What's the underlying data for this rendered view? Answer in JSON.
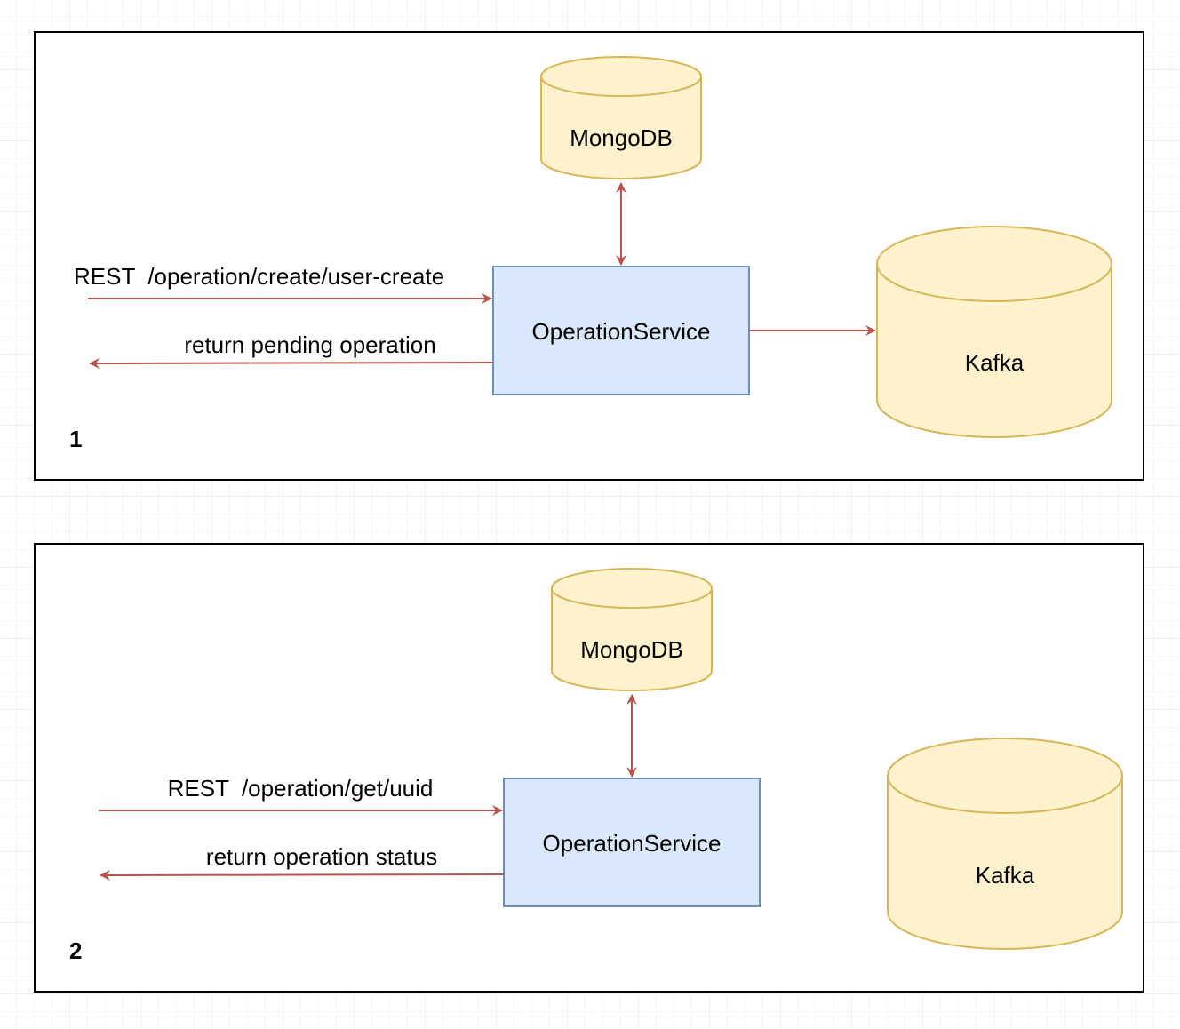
{
  "colors": {
    "panel_border": "#000000",
    "service_fill": "#dae8fc",
    "service_stroke": "#6c8ebf",
    "store_fill": "#fff2cc",
    "store_stroke": "#d6b656",
    "arrow": "#b85450"
  },
  "panels": [
    {
      "number": "1",
      "service": "OperationService",
      "database": "MongoDB",
      "queue": "Kafka",
      "request_label": "REST  /operation/create/user-create",
      "response_label": "return pending operation"
    },
    {
      "number": "2",
      "service": "OperationService",
      "database": "MongoDB",
      "queue": "Kafka",
      "request_label": "REST  /operation/get/uuid",
      "response_label": "return operation status"
    }
  ]
}
